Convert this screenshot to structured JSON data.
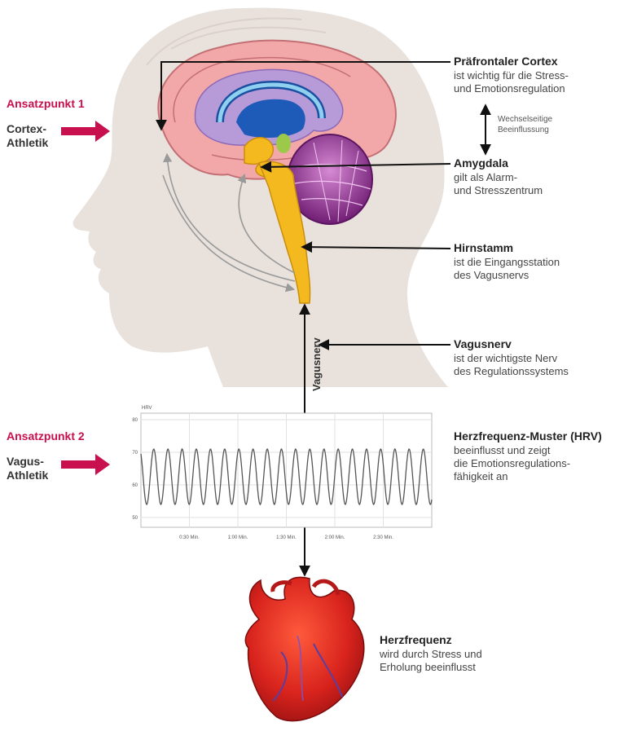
{
  "left": {
    "ansatz1": "Ansatzpunkt 1",
    "side1": "Cortex-\nAthletik",
    "ansatz2": "Ansatzpunkt 2",
    "side2": "Vagus-\nAthletik"
  },
  "labels": {
    "cortex_title": "Präfrontaler Cortex",
    "cortex_desc": "ist wichtig für die Stress-\nund Emotionsregulation",
    "interplay": "Wechselseitige\nBeeinflussung",
    "amygdala_title": "Amygdala",
    "amygdala_desc": "gilt als Alarm-\nund Stresszentrum",
    "brainstem_title": "Hirnstamm",
    "brainstem_desc": "ist die Eingangsstation\ndes Vagusnervs",
    "vagus_title": "Vagusnerv",
    "vagus_desc": "ist der wichtigste Nerv\ndes Regulationssystems",
    "vagus_vertical": "Vagusnerv",
    "hrv_title": "Herzfrequenz-Muster (HRV)",
    "hrv_desc": "beeinflusst und zeigt\ndie Emotionsregulations-\nfähigkeit an",
    "heart_title": "Herzfrequenz",
    "heart_desc": "wird durch Stress und\nErholung beeinflusst"
  },
  "chart_data": {
    "type": "line",
    "title": "",
    "ylabel": "HRV",
    "xlabel": "",
    "ylim": [
      47,
      82
    ],
    "yticks": [
      50,
      60,
      70,
      80
    ],
    "xticks": [
      "0:30 Min.",
      "1:00 Min.",
      "1:30 Min.",
      "2:00 Min.",
      "2:30 Min."
    ],
    "xtick_positions_min": [
      0.5,
      1.0,
      1.5,
      2.0,
      2.5
    ],
    "xlim_min": [
      0.0,
      3.0
    ],
    "series": [
      {
        "name": "",
        "color": "#555555",
        "oscillation": {
          "cycles": 20.5,
          "min": 54,
          "max": 71
        }
      }
    ],
    "grid": true
  },
  "colors": {
    "accent": "#c8104e",
    "skin": "#e9e2dc",
    "cortex": "#f2a8a8",
    "inner": "#b79ad8",
    "brainstem": "#f4b91e",
    "cerebellum": "#8e2a8c",
    "heart": "#d8231d"
  }
}
